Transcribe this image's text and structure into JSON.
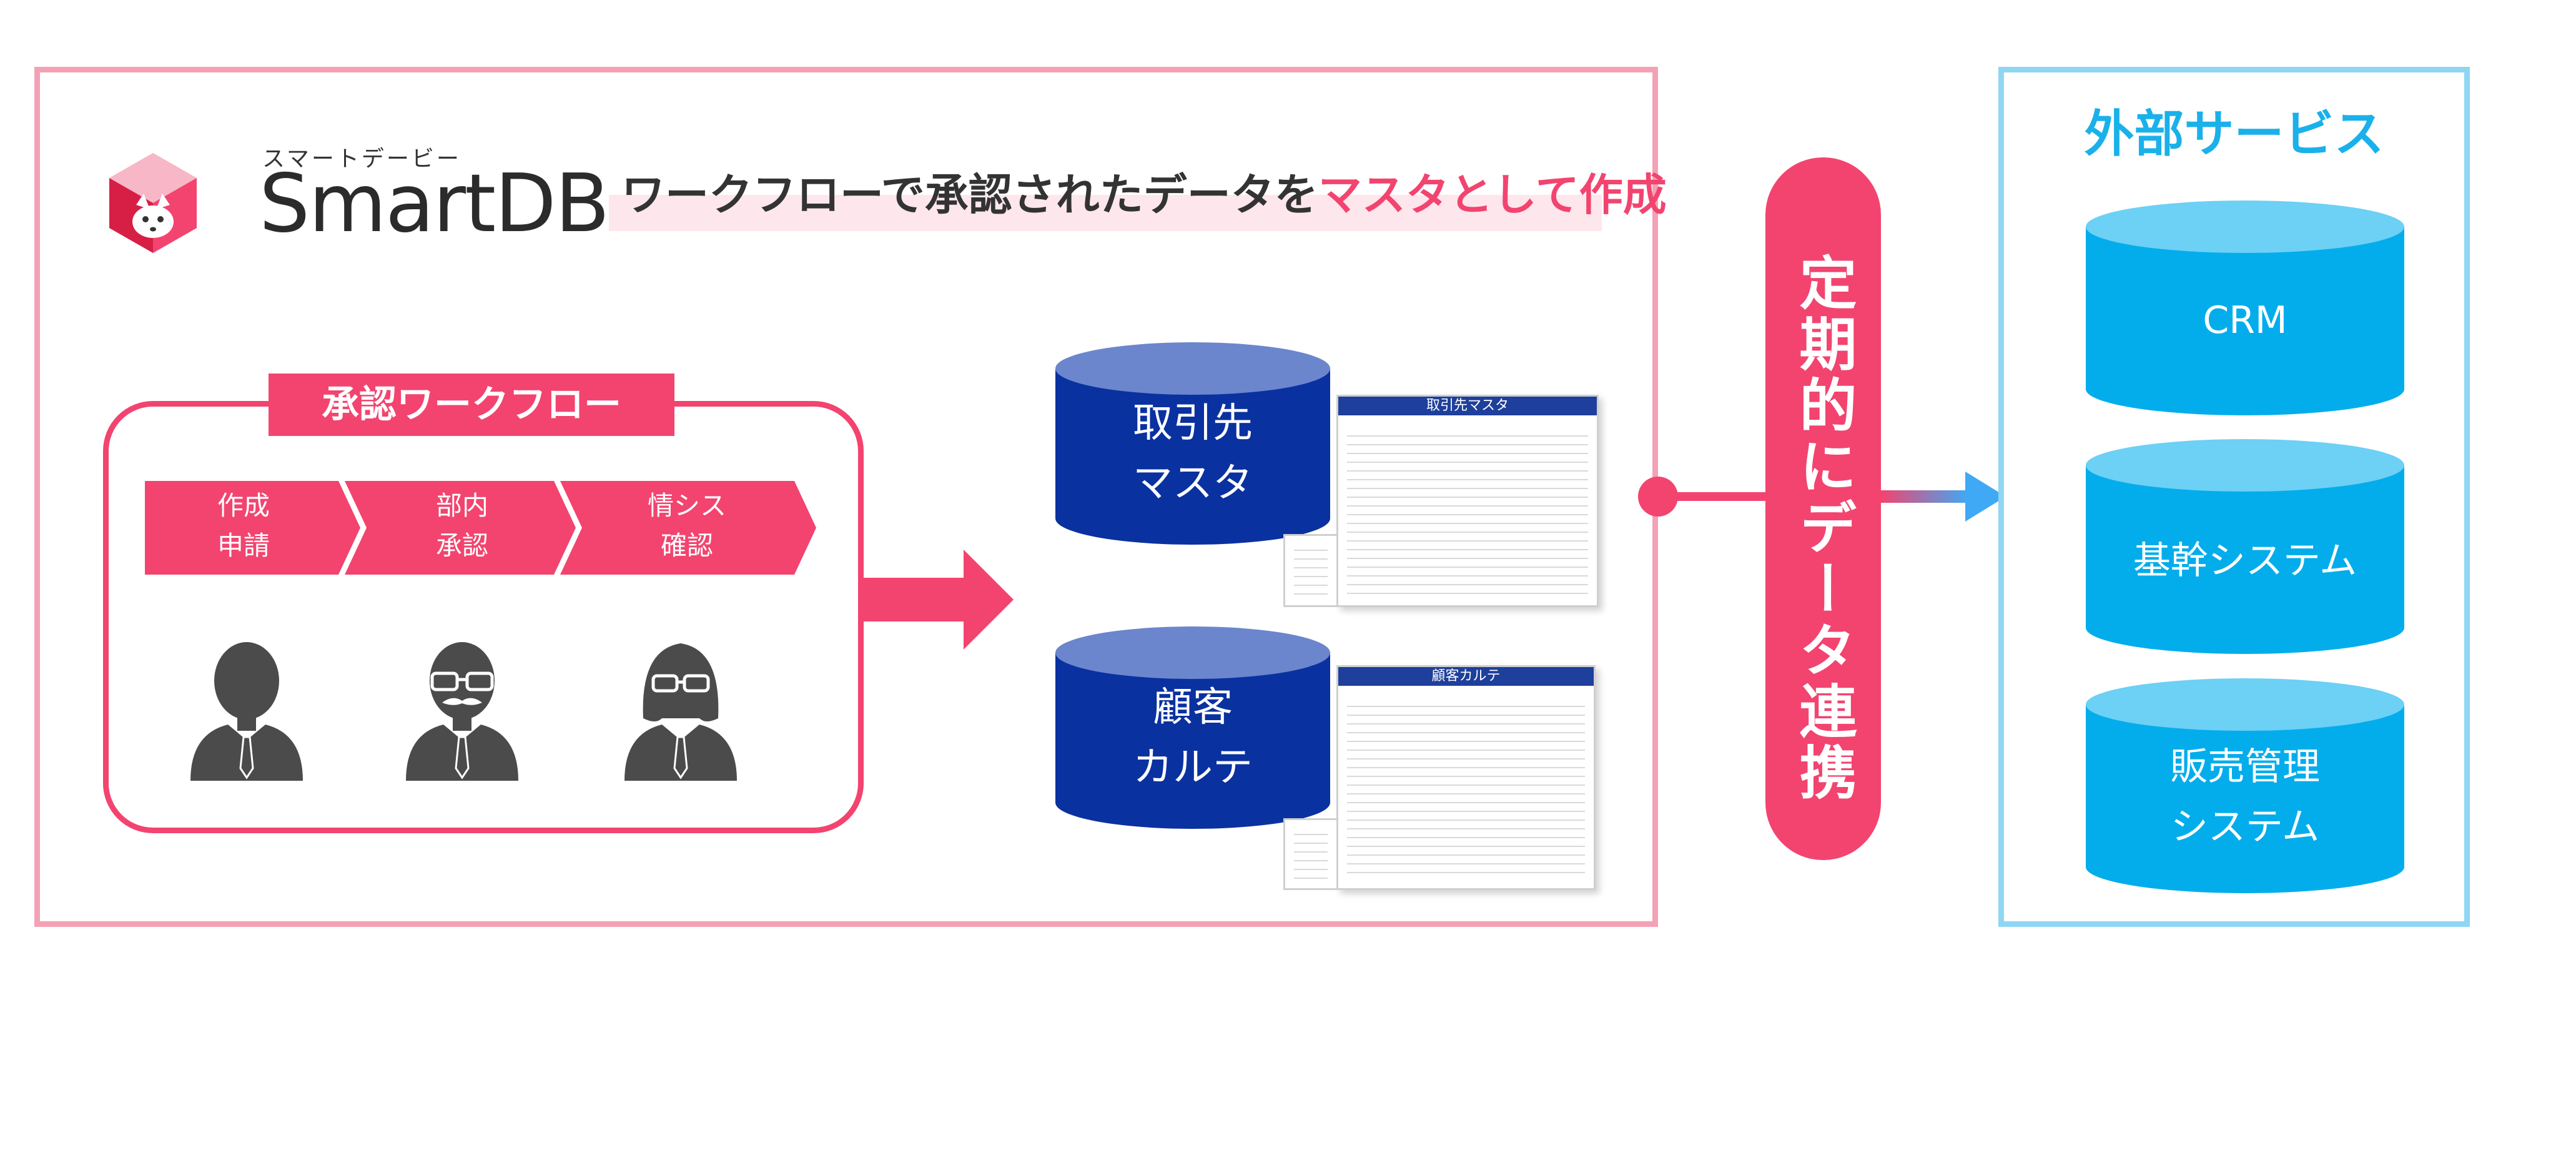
{
  "logo": {
    "ruby": "スマートデービー",
    "name": "SmartDB"
  },
  "tagline": {
    "part1": "ワークフローで承認されたデータを",
    "highlight": "マスタとして作成"
  },
  "workflow": {
    "title": "承認ワークフロー",
    "steps": [
      {
        "line1": "作成",
        "line2": "申請"
      },
      {
        "line1": "部内",
        "line2": "承認"
      },
      {
        "line1": "情シス",
        "line2": "確認"
      }
    ]
  },
  "databases": [
    {
      "line1": "取引先",
      "line2": "マスタ",
      "doc_title": "取引先マスタ"
    },
    {
      "line1": "顧客",
      "line2": "カルテ",
      "doc_title": "顧客カルテ"
    }
  ],
  "link_label": "定期的にデータ連携",
  "external": {
    "title": "外部サービス",
    "services": [
      {
        "line1": "CRM",
        "line2": ""
      },
      {
        "line1": "基幹システム",
        "line2": ""
      },
      {
        "line1": "販売管理",
        "line2": "システム"
      }
    ]
  },
  "colors": {
    "pink": "#f2446f",
    "pink_border": "#f4a1b6",
    "navy": "#0a31a0",
    "navy_top": "#6b86cc",
    "sky": "#03adec",
    "sky_top": "#6dd0f5",
    "gray_person": "#4b4b4b"
  },
  "icons": [
    "smartdb-cube-logo",
    "person-icon",
    "person-mustache-icon",
    "person-woman-icon"
  ]
}
